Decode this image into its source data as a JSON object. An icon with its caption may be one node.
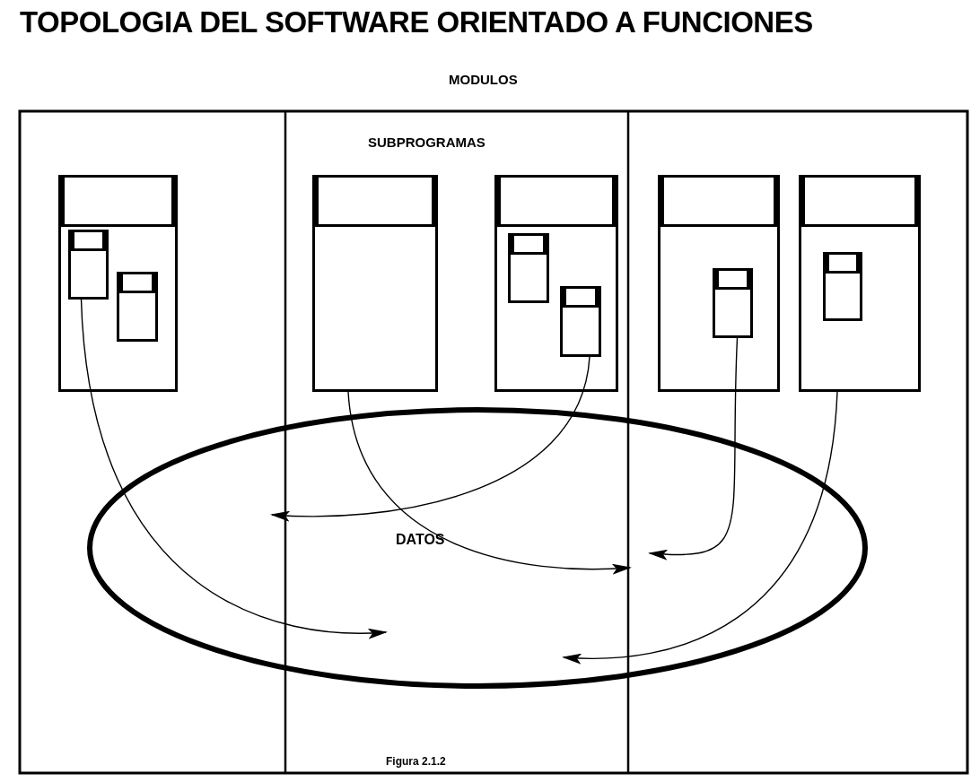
{
  "diagram": {
    "title": "TOPOLOGIA DEL SOFTWARE ORIENTADO A FUNCIONES",
    "caption": "Figura 2.1.2",
    "nodes": [
      {
        "text": [],
        "shape": "box"
      },
      {
        "text": [],
        "shape": "box",
        "in": 0
      },
      {
        "text": [],
        "shape": "box",
        "in": 0
      },
      {
        "text": [],
        "shape": "box"
      },
      {
        "text": [],
        "shape": "box"
      },
      {
        "text": [],
        "shape": "box",
        "in": 4
      },
      {
        "text": [],
        "shape": "box",
        "in": 4
      },
      {
        "text": [],
        "shape": "box"
      },
      {
        "text": [],
        "shape": "box",
        "in": 7
      },
      {
        "text": [],
        "shape": "box"
      },
      {
        "text": [],
        "shape": "box",
        "in": 9
      },
      {
        "text": [
          "DATOS"
        ]
      }
    ],
    "edges": [
      {
        "from": 1,
        "to": 11,
        "arrow": "to"
      },
      {
        "from": 3,
        "to": 11,
        "arrow": "to"
      },
      {
        "from": 6,
        "to": 11,
        "arrow": "to"
      },
      {
        "from": 8,
        "to": 11,
        "arrow": "to"
      },
      {
        "from": 9,
        "to": 11,
        "arrow": "to"
      }
    ],
    "labels": [
      "MODULOS",
      "SUBPROGRAMAS"
    ]
  }
}
